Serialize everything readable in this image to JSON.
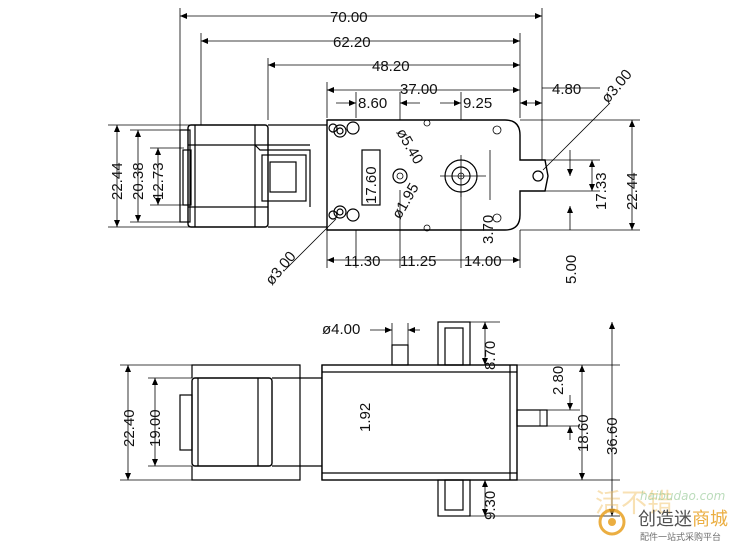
{
  "top_view": {
    "dims_horizontal": {
      "overall_length": "70.00",
      "length_62": "62.20",
      "length_48": "48.20",
      "length_37": "37.00",
      "length_8_60": "8.60",
      "length_9_25": "9.25",
      "length_4_80": "4.80",
      "length_11_30": "11.30",
      "length_11_25": "11.25",
      "length_14_00": "14.00"
    },
    "dims_vertical": {
      "height_22_44_left": "22.44",
      "height_20_38": "20.38",
      "height_12_73": "12.73",
      "height_17_60": "17.60",
      "height_17_33": "17.33",
      "height_22_44_right": "22.44",
      "offset_3_70": "3.70",
      "offset_5_00": "5.00"
    },
    "diameters": {
      "hole_mount_right": "ø3.00",
      "hole_mount_left": "ø3.00",
      "boss": "ø5.40",
      "shaft": "ø1.95"
    }
  },
  "side_view": {
    "dims": {
      "shaft_dia": "ø4.00",
      "tab_height_top": "8.70",
      "height_22_40": "22.40",
      "height_19_00": "19.00",
      "height_1_92": "1.92",
      "offset_2_80": "2.80",
      "height_18_60": "18.60",
      "height_36_60": "36.60",
      "tab_height_bottom": "9.30"
    }
  },
  "watermark": {
    "brand_cn": "创造迷",
    "brand_accent": "商城",
    "tagline": "配件一站式采购平台",
    "url": "haibudao.com",
    "logo_chars": "活不错",
    "accent_color": "#e8a020",
    "green_color": "#4aa84a"
  }
}
